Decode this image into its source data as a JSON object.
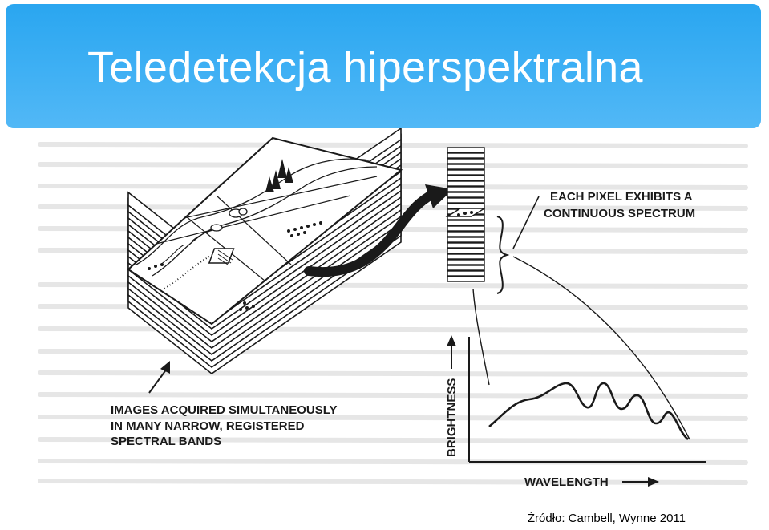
{
  "slide": {
    "title": "Teledetekcja hiperspektralna",
    "source": "Źródło: Cambell, Wynne 2011"
  },
  "diagram": {
    "label_pixel_line1": "EACH PIXEL EXHIBITS A",
    "label_pixel_line2": "CONTINUOUS SPECTRUM",
    "label_images_line1": "IMAGES ACQUIRED SIMULTANEOUSLY",
    "label_images_line2": "IN MANY NARROW, REGISTERED",
    "label_images_line3": "SPECTRAL BANDS",
    "axis_y_label": "BRIGHTNESS",
    "axis_x_label": "WAVELENGTH"
  },
  "colors": {
    "title_bar": "#2aa6f0",
    "title_text": "#ffffff",
    "ink": "#1a1a1a"
  }
}
